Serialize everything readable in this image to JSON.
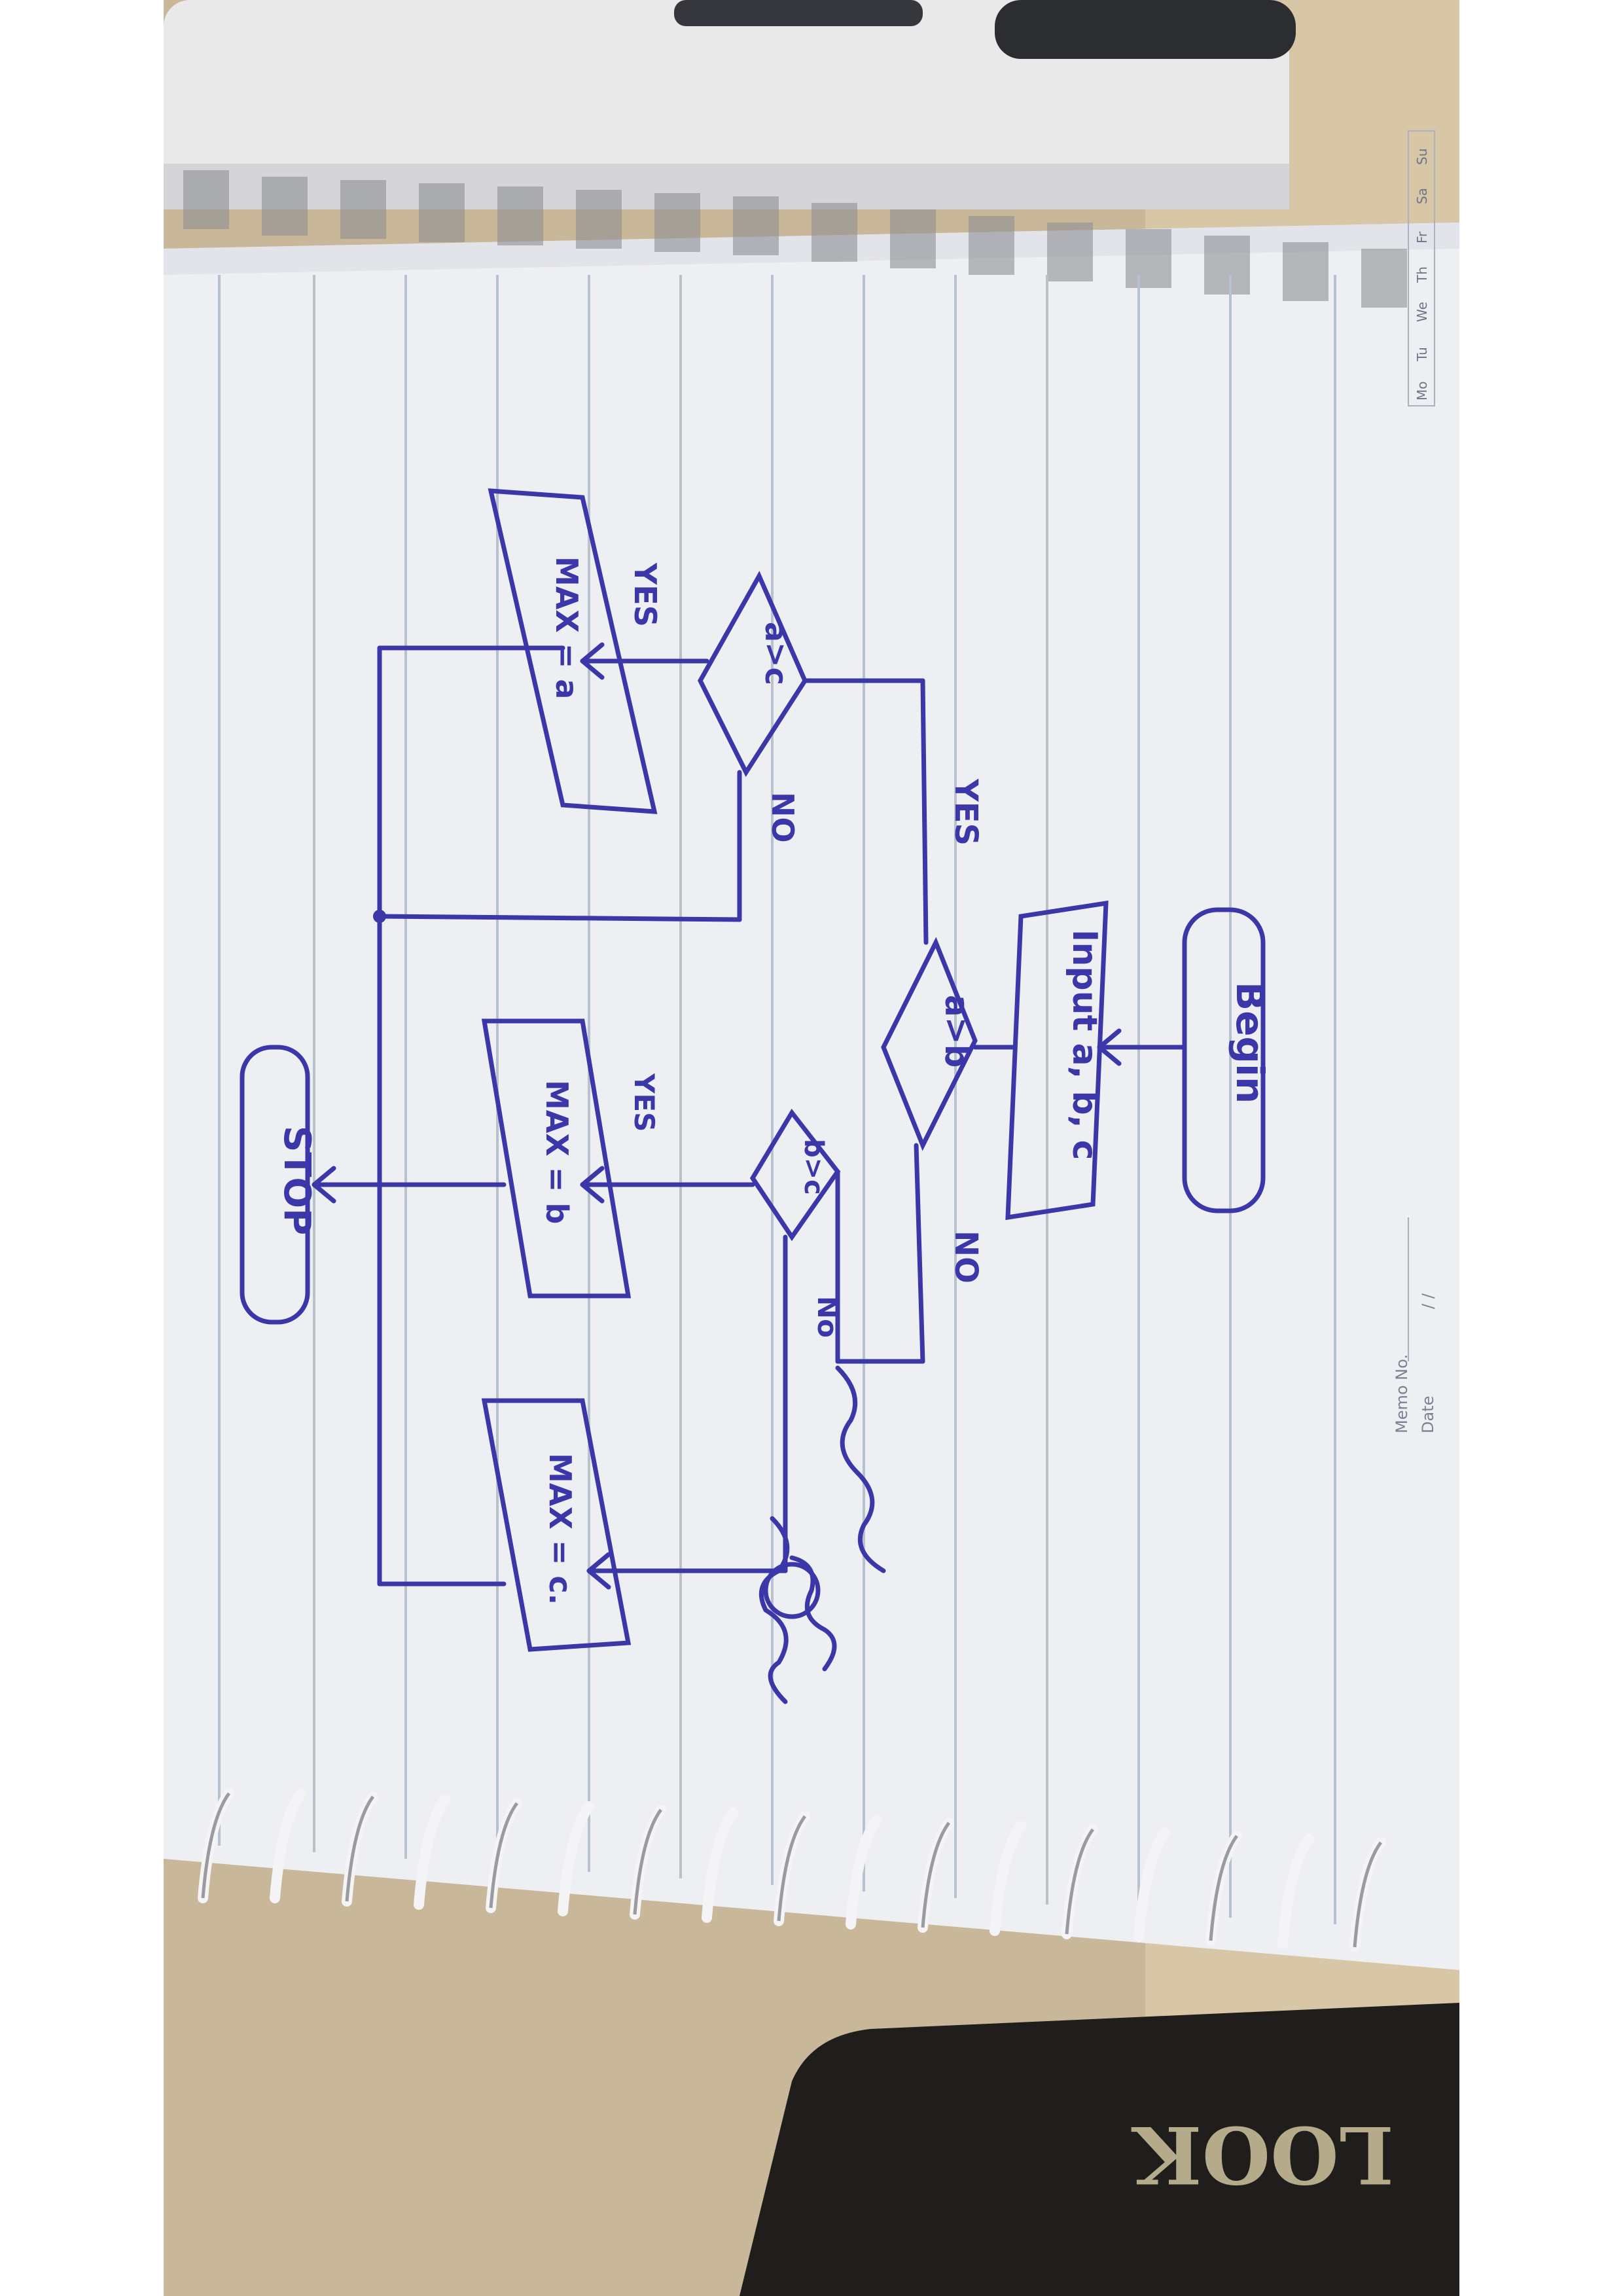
{
  "photo": {
    "subject": "hand-drawn flowchart on spiral notebook",
    "colors": {
      "ink": "#3b37a8",
      "paper": "#eeeff3",
      "desk": "#c9b79a",
      "rule": "#b8c2cf"
    }
  },
  "notebook": {
    "day_tabs": [
      "Mo",
      "Tu",
      "We",
      "Th",
      "Fr",
      "Sa",
      "Su"
    ],
    "memo_label": "Memo No.",
    "date_label": "Date",
    "date_slashes": "/ /",
    "sleeve_text": "LOOK"
  },
  "flowchart": {
    "begin": "Begin",
    "input": "Input a, b, c",
    "decision_a_gt_b": "a>b",
    "decision_a_gt_c": "a>c",
    "decision_b_gt_c": "b>c",
    "assign_a": "MAX = a",
    "assign_b": "MAX = b",
    "assign_c": "MAX = c.",
    "stop": "STOP",
    "labels": {
      "yes_a_b": "YES",
      "no_a_b": "NO",
      "yes_a_c": "YES",
      "no_a_c": "NO",
      "yes_b_c": "YES",
      "no_b_c": "No"
    }
  }
}
